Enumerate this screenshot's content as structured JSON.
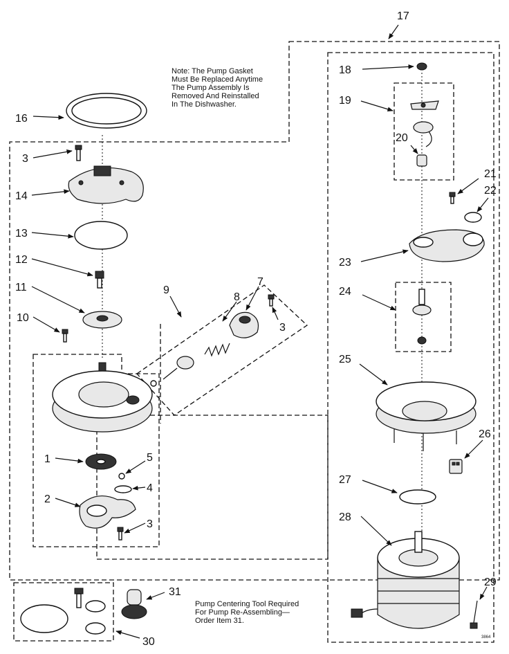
{
  "notes": {
    "gasket": "Note: The Pump Gasket\nMust Be Replaced Anytime\nThe Pump Assembly Is\nRemoved And Reinstalled\nIn The Dishwasher.",
    "tool": "Pump Centering Tool Required\nFor Pump Re-Assembling—\nOrder Item 31."
  },
  "drawing_code": "3864",
  "callouts": {
    "c1": "1",
    "c2": "2",
    "c3a": "3",
    "c3b": "3",
    "c3c": "3",
    "c4": "4",
    "c5": "5",
    "c7": "7",
    "c8": "8",
    "c9": "9",
    "c10": "10",
    "c11": "11",
    "c12": "12",
    "c13": "13",
    "c14": "14",
    "c16": "16",
    "c17": "17",
    "c18": "18",
    "c19": "19",
    "c20": "20",
    "c21": "21",
    "c22": "22",
    "c23": "23",
    "c24": "24",
    "c25": "25",
    "c26": "26",
    "c27": "27",
    "c28": "28",
    "c29": "29",
    "c30": "30",
    "c31": "31"
  }
}
